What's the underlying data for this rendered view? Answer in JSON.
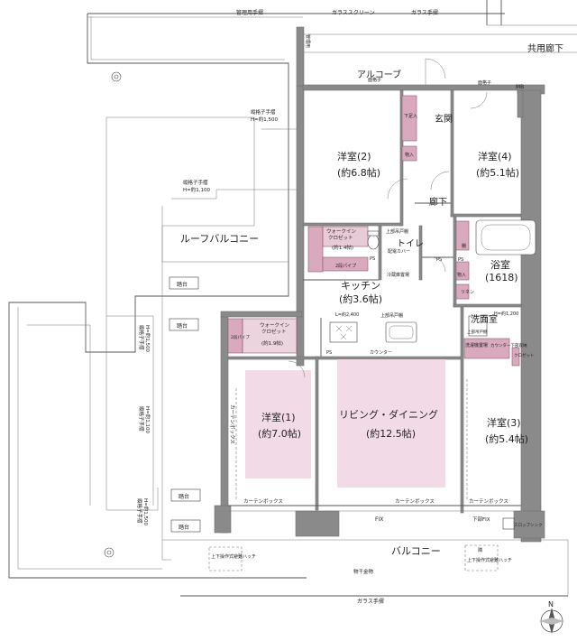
{
  "labels": {
    "corridor": "共用廊下",
    "alcove": "アルコーブ",
    "entrance": "玄関",
    "hallway": "廊下",
    "roof_balcony": "ルーフバルコニー",
    "balcony": "バルコニー",
    "kitchen": "キッチン",
    "kitchen_size": "(約3.6帖)",
    "bedroom2": "洋室(2)",
    "bedroom2_size": "(約6.8帖)",
    "bedroom4": "洋室(4)",
    "bedroom4_size": "(約5.1帖)",
    "bedroom1": "洋室(1)",
    "bedroom1_size": "(約7.0帖)",
    "bedroom3": "洋室(3)",
    "bedroom3_size": "(約5.4帖)",
    "living": "リビング・ダイニング",
    "living_size": "(約12.5帖)",
    "toilet": "トイレ",
    "bathroom": "浴室",
    "bath_size": "(1618)",
    "washroom": "洗面室",
    "wic1_line1": "ウォークイン",
    "wic1_line2": "クロゼット",
    "wic1_size": "(約1.4帖)",
    "wic2_line1": "ウォークイン",
    "wic2_line2": "クロゼット",
    "wic2_size": "(約1.9帖)",
    "pipe_2": "2段パイプ",
    "pipe_2v": "2段パイプ",
    "storage": "物入",
    "storage2": "物入",
    "storage3": "物入",
    "shoes": "下足入",
    "upper_cabinet": "上部吊戸棚",
    "upper_cabinet2": "上部吊戸棚",
    "upper_cabinet3": "上部吊戸棚",
    "fridge": "冷蔵庫置場",
    "washer": "洗濯機置場",
    "counter": "カウンター",
    "counter2": "カウンター下部収納",
    "closet": "クロゼット",
    "shelf": "棚",
    "shelf2": "棚",
    "linen": "リネン",
    "kabinet": "配電カバー",
    "ps1": "PS",
    "ps2": "PS",
    "ps3": "PS",
    "ps4": "PS",
    "mb": "MB",
    "fix1": "FIX",
    "fix2": "下部FIX",
    "curtain1": "カーテンボックス",
    "curtain2": "カーテンボックス",
    "curtain3": "カーテンボックス",
    "curtain4": "カーテンボックス",
    "glass_screen": "ガラススクリーン",
    "glass_rail1": "ガラス手摺",
    "glass_rail2": "ガラス手摺",
    "admin_rail": "管理用手摺",
    "admin_path": "管理用",
    "lattice1": "面格子",
    "lattice2": "面格子",
    "lattice_rail1": "縦格子手摺",
    "lattice_rail1_h": "H=約1,500",
    "lattice_rail2": "縦格子手摺",
    "lattice_rail2_h": "H=約1,100",
    "lattice_rail3": "縦格子手摺",
    "lattice_rail3_h": "H=約1,500",
    "lattice_rail4": "縦格子手摺",
    "lattice_rail4_h": "H=約1,100",
    "lattice_rail5": "縦格子手摺",
    "lattice_rail5_h": "H=約1,500",
    "step1": "踏台",
    "step2": "踏台",
    "step3": "踏台",
    "step4": "踏台",
    "hatch1": "上下操作式避難ハッチ",
    "hatch2": "上下操作式避難ハッチ",
    "hatch_mark": "隣",
    "slop_sink": "スロップシンク",
    "drying": "物干金物",
    "height_l": "L=約2,400",
    "height_h": "H=約1,200",
    "north": "N"
  },
  "colors": {
    "wall": "#8a8a8a",
    "room_pink": "#f2dbe6",
    "storage_pink": "#d9a9bd"
  },
  "icons": [
    "compass-icon",
    "drain-icon",
    "stove-icon",
    "sink-icon",
    "bathtub-icon",
    "toilet-icon"
  ]
}
